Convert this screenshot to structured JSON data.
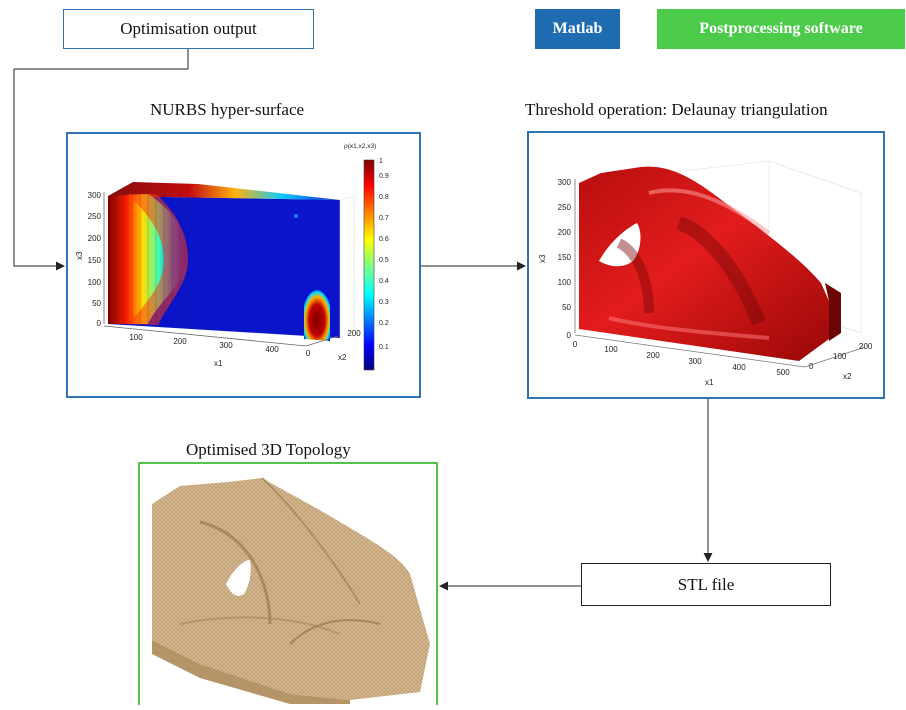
{
  "nodes": {
    "optimisation_output": "Optimisation output",
    "stl_file": "STL file"
  },
  "legend": {
    "matlab": "Matlab",
    "postprocessing": "Postprocessing software"
  },
  "captions": {
    "nurbs": "NURBS hyper-surface",
    "threshold": "Threshold operation: Delaunay triangulation",
    "topology": "Optimised 3D Topology"
  },
  "nurbs_plot": {
    "colorbar_title": "ρ(x1,x2,x3)",
    "colorbar_ticks": [
      "1",
      "0.9",
      "0.8",
      "0.7",
      "0.6",
      "0.5",
      "0.4",
      "0.3",
      "0.2",
      "0.1"
    ],
    "x1_ticks": [
      "100",
      "200",
      "300",
      "400"
    ],
    "x2_ticks": [
      "0",
      "200"
    ],
    "x3_ticks": [
      "300",
      "250",
      "200",
      "150",
      "100",
      "50",
      "0"
    ],
    "x1_label": "x1",
    "x2_label": "x2",
    "x3_label": "x3"
  },
  "threshold_plot": {
    "x1_ticks": [
      "0",
      "100",
      "200",
      "300",
      "400",
      "500"
    ],
    "x2_ticks": [
      "0",
      "100",
      "200"
    ],
    "x3_ticks": [
      "300",
      "250",
      "200",
      "150",
      "100",
      "50",
      "0"
    ],
    "x1_label": "x1",
    "x2_label": "x2",
    "x3_label": "x3"
  },
  "colors": {
    "matlab_blue": "#1f6cb3",
    "post_green": "#4ccb4a",
    "panel_blue_border": "#2e75b6",
    "panel_green_border": "#56c24d",
    "solid_red": "#d01212",
    "mesh_tan": "#c9a97a"
  }
}
